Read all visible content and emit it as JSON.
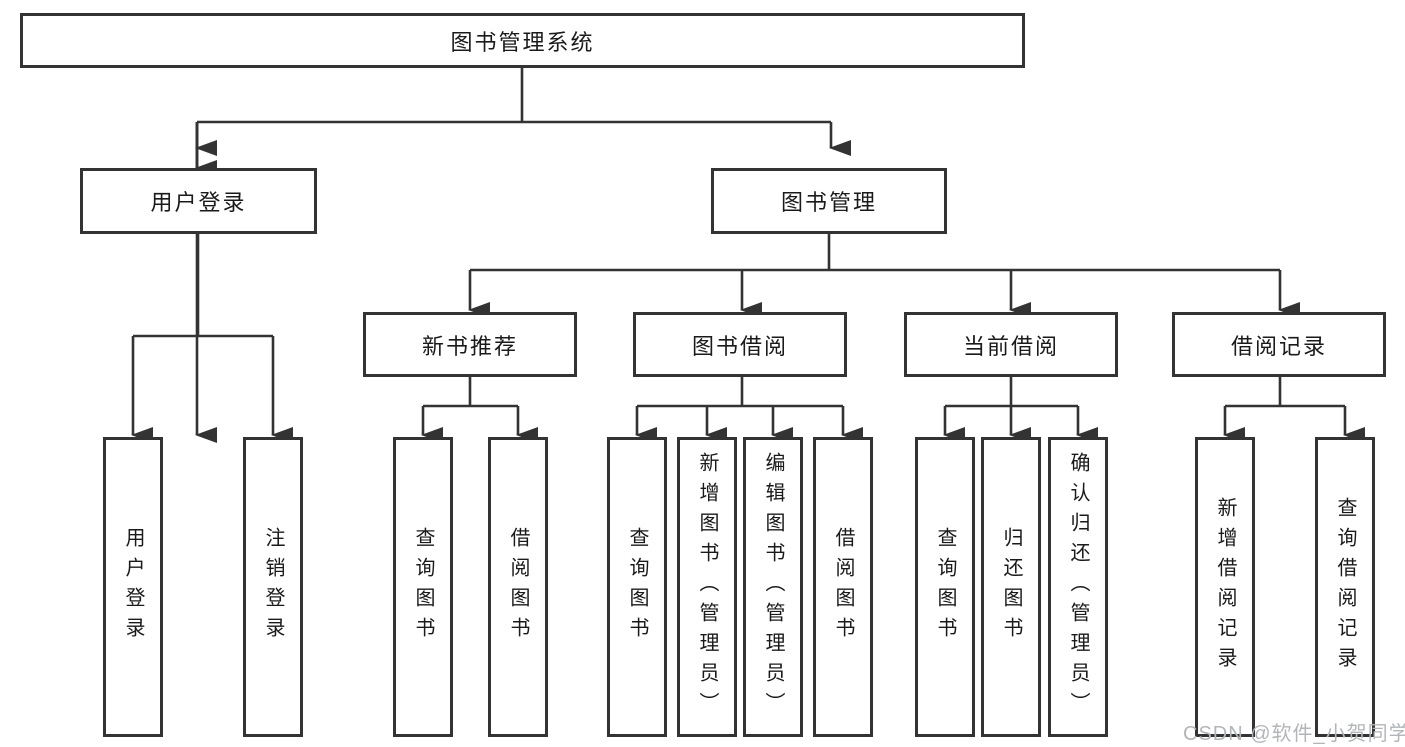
{
  "diagram": {
    "title_node": "图书管理系统",
    "root": {
      "label": "图书管理系统"
    },
    "branches": {
      "user_login": {
        "label": "用户登录",
        "children": [
          {
            "label": "用户登录"
          },
          {
            "label": "注销登录"
          }
        ]
      },
      "book_management": {
        "label": "图书管理",
        "children": [
          {
            "label": "新书推荐",
            "children": [
              {
                "label": "查询图书"
              },
              {
                "label": "借阅图书"
              }
            ]
          },
          {
            "label": "图书借阅",
            "children": [
              {
                "label": "查询图书"
              },
              {
                "label": "新增图书（管理员）"
              },
              {
                "label": "编辑图书（管理员）"
              },
              {
                "label": "借阅图书"
              }
            ]
          },
          {
            "label": "当前借阅",
            "children": [
              {
                "label": "查询图书"
              },
              {
                "label": "归还图书"
              },
              {
                "label": "确认归还（管理员）"
              }
            ]
          },
          {
            "label": "借阅记录",
            "children": [
              {
                "label": "新增借阅记录"
              },
              {
                "label": "查询借阅记录"
              }
            ]
          }
        ]
      }
    }
  },
  "colors": {
    "line": "#333333",
    "box_border": "#333333",
    "text": "#1a1a1a",
    "background": "#ffffff",
    "watermark": "#b2b5ba"
  },
  "watermark": {
    "text": "CSDN @软件_小贺同学"
  }
}
